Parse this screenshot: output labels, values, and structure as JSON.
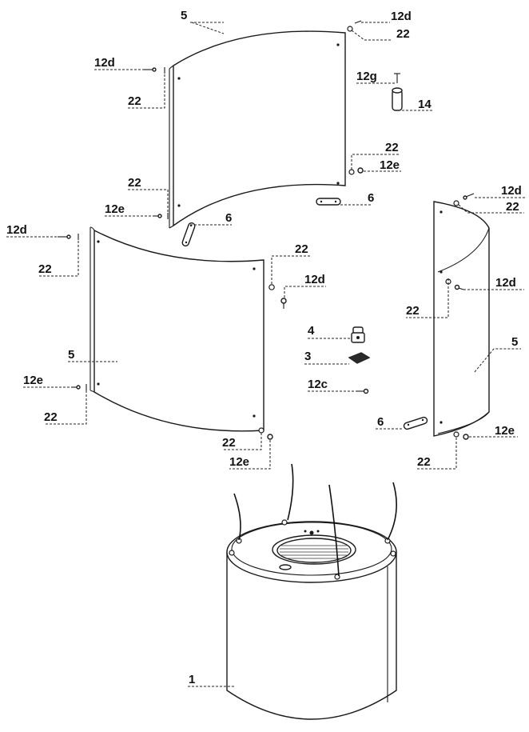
{
  "callouts": {
    "p5_top": "5",
    "p5_left": "5",
    "p5_right": "5",
    "p1": "1",
    "p3": "3",
    "p4": "4",
    "p6_top": "6",
    "p6_mid": "6",
    "p6_right": "6",
    "p14": "14",
    "p12g": "12g",
    "p12c": "12c",
    "top_tr_12d": "12d",
    "top_tr_22": "22",
    "top_l_12d": "12d",
    "top_l_22": "22",
    "top_r_22": "22",
    "top_r_12e": "12e",
    "top_bl_22": "22",
    "top_bl_12e": "12e",
    "left_tl_12d": "12d",
    "left_tl_22": "22",
    "left_tr_22": "22",
    "left_tr_12d": "12d",
    "left_bl_12e": "12e",
    "left_bl_22": "22",
    "left_br_22": "22",
    "left_br_12e": "12e",
    "right_t_12d": "12d",
    "right_t_22": "22",
    "right_m_12d": "12d",
    "right_m_22": "22",
    "right_b_12e": "12e",
    "right_b_22": "22"
  }
}
